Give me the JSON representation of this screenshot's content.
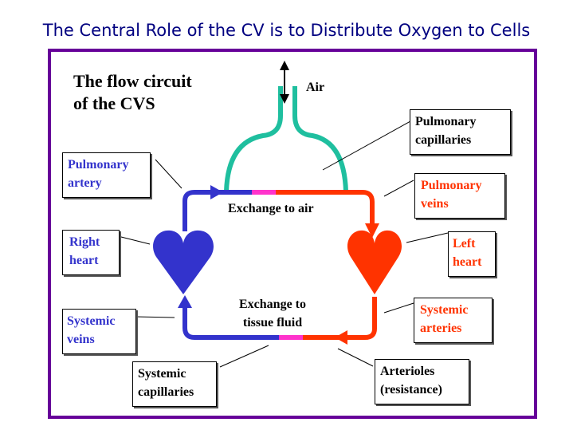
{
  "title": "The Central Role of the CV is to Distribute Oxygen to Cells",
  "diagram": {
    "heading": "The flow circuit\nof the CVS",
    "air": "Air",
    "pulmonary_capillaries": "Pulmonary\ncapillaries",
    "pulmonary_artery": "Pulmonary\nartery",
    "pulmonary_veins": "Pulmonary\nveins",
    "exchange_air": "Exchange to air",
    "right_heart": "Right\nheart",
    "left_heart": "Left\nheart",
    "exchange_tissue": "Exchange to\ntissue fluid",
    "systemic_veins": "Systemic\nveins",
    "systemic_arteries": "Systemic\narteries",
    "systemic_capillaries": "Systemic\ncapillaries",
    "arterioles": "Arterioles\n(resistance)"
  },
  "colors": {
    "frame": "#660099",
    "deoxygenated": "#3333cc",
    "oxygenated": "#ff3300",
    "airway": "#1fbf9f",
    "exchange": "#ff33cc",
    "title": "#000080"
  }
}
